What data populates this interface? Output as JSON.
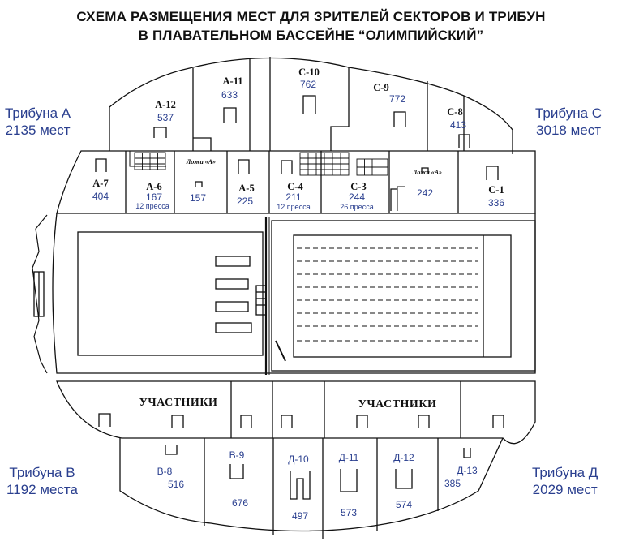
{
  "title_line1": "СХЕМА РАЗМЕЩЕНИЯ МЕСТ ДЛЯ ЗРИТЕЛЕЙ СЕКТОРОВ И ТРИБУН",
  "title_line2": "В ПЛАВАТЕЛЬНОМ БАССЕЙНЕ “ОЛИМПИЙСКИЙ”",
  "tribunes": {
    "a": {
      "name": "Трибуна А",
      "seats": "2135 мест"
    },
    "c": {
      "name": "Трибуна С",
      "seats": "3018 мест"
    },
    "b": {
      "name": "Трибуна В",
      "seats": "1192 места"
    },
    "d": {
      "name": "Трибуна Д",
      "seats": "2029 мест"
    }
  },
  "upper_sectors": [
    {
      "name": "А-12",
      "seats": "537"
    },
    {
      "name": "А-11",
      "seats": "633"
    },
    {
      "name": "С-10",
      "seats": "762"
    },
    {
      "name": "С-9",
      "seats": "772"
    },
    {
      "name": "С-8",
      "seats": "413"
    }
  ],
  "middle_sectors": [
    {
      "name": "А-7",
      "seats": "404",
      "note": ""
    },
    {
      "name": "А-6",
      "seats": "167",
      "note": "12 пресса"
    },
    {
      "name": "Ложа «А»",
      "seats": "157",
      "note": ""
    },
    {
      "name": "А-5",
      "seats": "225",
      "note": ""
    },
    {
      "name": "С-4",
      "seats": "211",
      "note": "12 пресса"
    },
    {
      "name": "С-3",
      "seats": "244",
      "note": "26 пресса"
    },
    {
      "name": "Ложа «А»",
      "seats": "242",
      "note": ""
    },
    {
      "name": "С-1",
      "seats": "336",
      "note": ""
    }
  ],
  "participants": {
    "left": "УЧАСТНИКИ",
    "right": "УЧАСТНИКИ"
  },
  "lower_sectors": [
    {
      "name": "В-8",
      "seats": "516"
    },
    {
      "name": "В-9",
      "seats": "676"
    },
    {
      "name": "Д-10",
      "seats": "497"
    },
    {
      "name": "Д-11",
      "seats": "573"
    },
    {
      "name": "Д-12",
      "seats": "574"
    },
    {
      "name": "Д-13",
      "seats": "385"
    }
  ],
  "colors": {
    "line": "#111111",
    "label_blue": "#2a3f8f",
    "background": "#ffffff"
  }
}
